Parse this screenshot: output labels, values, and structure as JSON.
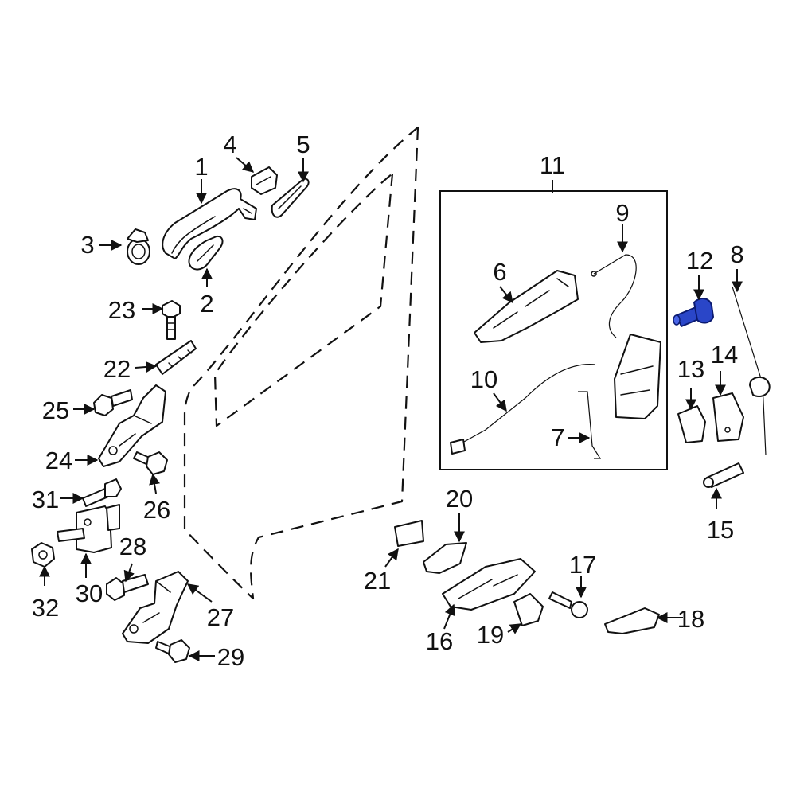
{
  "diagram": {
    "highlight_color": "#2a46c8",
    "outline_color": "#111111",
    "callouts": {
      "c1": "1",
      "c2": "2",
      "c3": "3",
      "c4": "4",
      "c5": "5",
      "c6": "6",
      "c7": "7",
      "c8": "8",
      "c9": "9",
      "c10": "10",
      "c11": "11",
      "c12": "12",
      "c13": "13",
      "c14": "14",
      "c15": "15",
      "c16": "16",
      "c17": "17",
      "c18": "18",
      "c19": "19",
      "c20": "20",
      "c21": "21",
      "c22": "22",
      "c23": "23",
      "c24": "24",
      "c25": "25",
      "c26": "26",
      "c27": "27",
      "c28": "28",
      "c29": "29",
      "c30": "30",
      "c31": "31",
      "c32": "32"
    },
    "highlighted_part": "12"
  }
}
